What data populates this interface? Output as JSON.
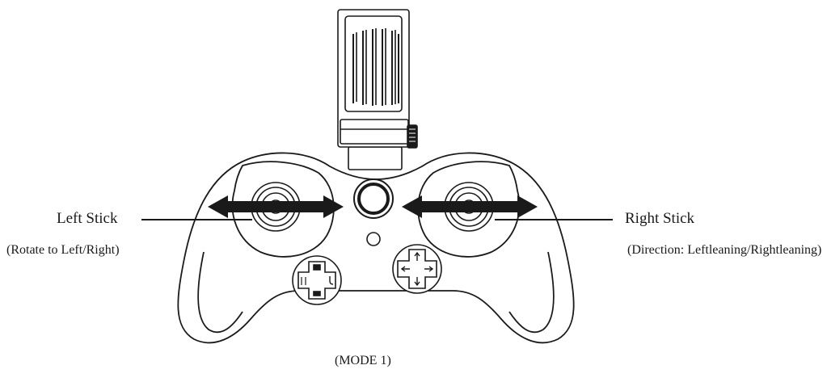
{
  "diagram": {
    "left_stick": {
      "label": "Left  Stick",
      "function": "(Rotate  to Left/Right)"
    },
    "right_stick": {
      "label": "Right Stick",
      "function": "(Direction: Leftleaning/Rightleaning)"
    },
    "mode": "(MODE 1)",
    "colors": {
      "line": "#1a1a1a",
      "background": "#ffffff"
    },
    "icons": [
      "phone-holder-icon",
      "power-button-icon",
      "camera-video-dpad-icon",
      "direction-dpad-icon",
      "double-arrow-icon"
    ]
  }
}
